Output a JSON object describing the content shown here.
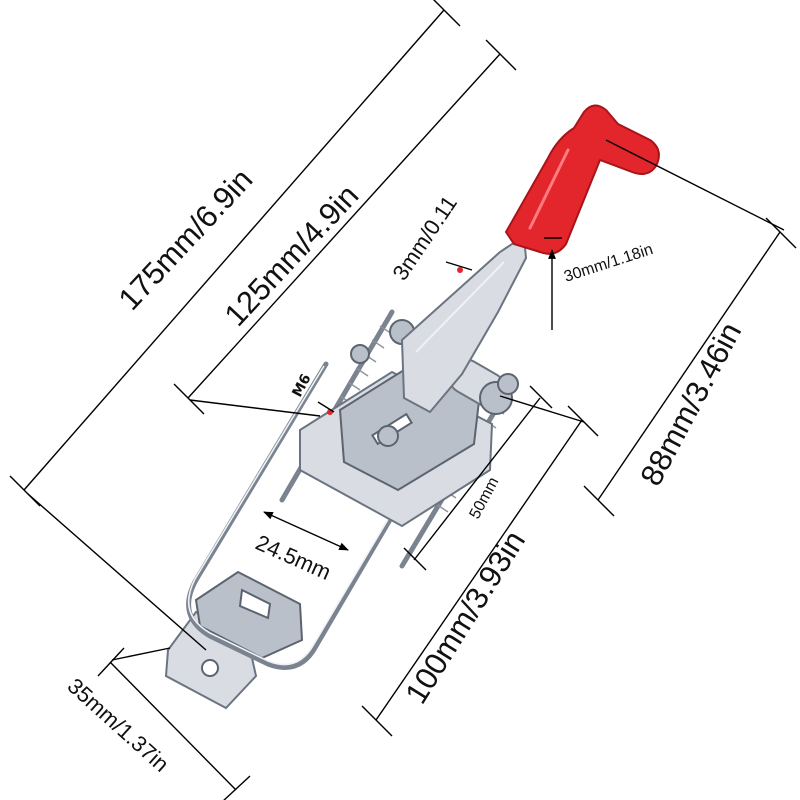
{
  "labels": {
    "length_total": "175mm/6.9in",
    "length_hook": "125mm/4.9in",
    "length_base": "100mm/3.93in",
    "height": "88mm/3.46in",
    "width_base": "35mm/1.37in",
    "handle_thickness": "3mm/0.11",
    "handle_offset": "30mm/1.18in",
    "thread_size": "M6",
    "hook_width": "24.5mm",
    "base_slot": "50mm"
  },
  "colors": {
    "grip": "#e3262b",
    "metal": "#d9dde3",
    "line": "#000000"
  }
}
